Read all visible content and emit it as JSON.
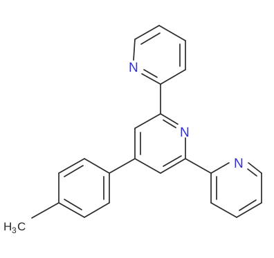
{
  "molecule": {
    "atoms": {
      "n_top": "N",
      "n_center": "N",
      "n_right": "N",
      "methyl_h": "H",
      "methyl_sub": "3",
      "methyl_c": "C"
    },
    "colors": {
      "nitrogen": "#2f2fd6",
      "bond": "#2a2a2a",
      "background": "#ffffff"
    }
  }
}
